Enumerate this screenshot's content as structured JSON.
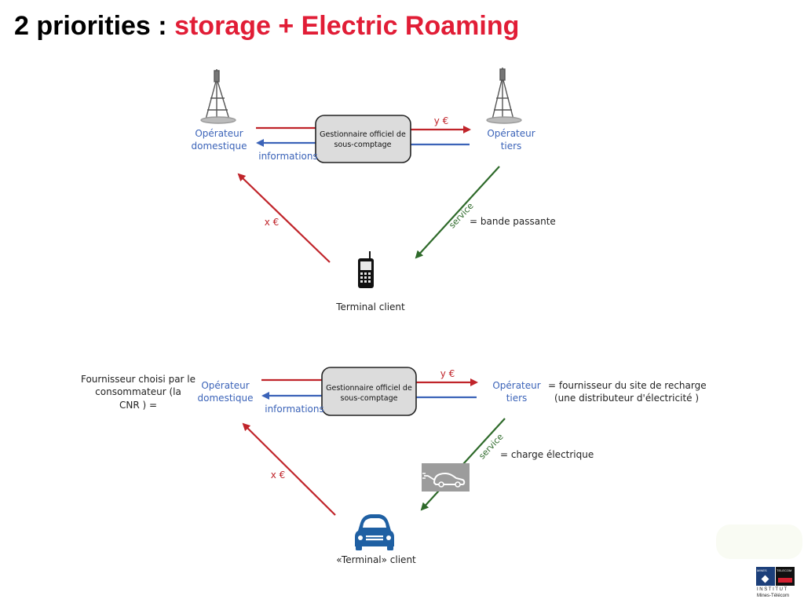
{
  "title": {
    "prefix": "2 priorities : ",
    "accent": "storage + Electric Roaming"
  },
  "colors": {
    "accent": "#e11d36",
    "arrow_red": "#c0242a",
    "arrow_blue": "#3b63b8",
    "arrow_green": "#2e6a2a",
    "box_fill": "#dcdcdc"
  },
  "diagram_top": {
    "home_operator": {
      "line1": "Opérateur",
      "line2": "domestique"
    },
    "third_operator": {
      "line1": "Opérateur",
      "line2": "tiers"
    },
    "manager_box": {
      "line1": "Gestionnaire officiel de",
      "line2": "sous-comptage"
    },
    "y_euro": "y €",
    "informations": "informations",
    "x_euro": "x €",
    "service": "service",
    "service_eq": "= bande passante",
    "terminal": "Terminal client",
    "terminal_icon": "mobile-phone-icon"
  },
  "diagram_bottom": {
    "supplier_note": {
      "line1": "Fournisseur choisi par le",
      "line2": "consommateur  (la",
      "line3": "CNR ) ="
    },
    "home_operator": {
      "line1": "Opérateur",
      "line2": "domestique"
    },
    "third_operator": {
      "line1": "Opérateur",
      "line2": "tiers"
    },
    "third_operator_note": {
      "line1": "= fournisseur du site de recharge",
      "line2": "(une distributeur d'électricité )"
    },
    "manager_box": {
      "line1": "Gestionnaire officiel de",
      "line2": "sous-comptage"
    },
    "y_euro": "y €",
    "informations": "informations",
    "x_euro": "x €",
    "service": "service",
    "service_eq": "= charge électrique",
    "terminal": "«Terminal» client",
    "terminal_icon": "car-icon",
    "charging_icon": "electric-car-plug-icon"
  },
  "logo": {
    "left_text": "MINES",
    "right_text": "TELECOM",
    "line1": "INSTITUT",
    "line2": "Mines-Télécom"
  }
}
